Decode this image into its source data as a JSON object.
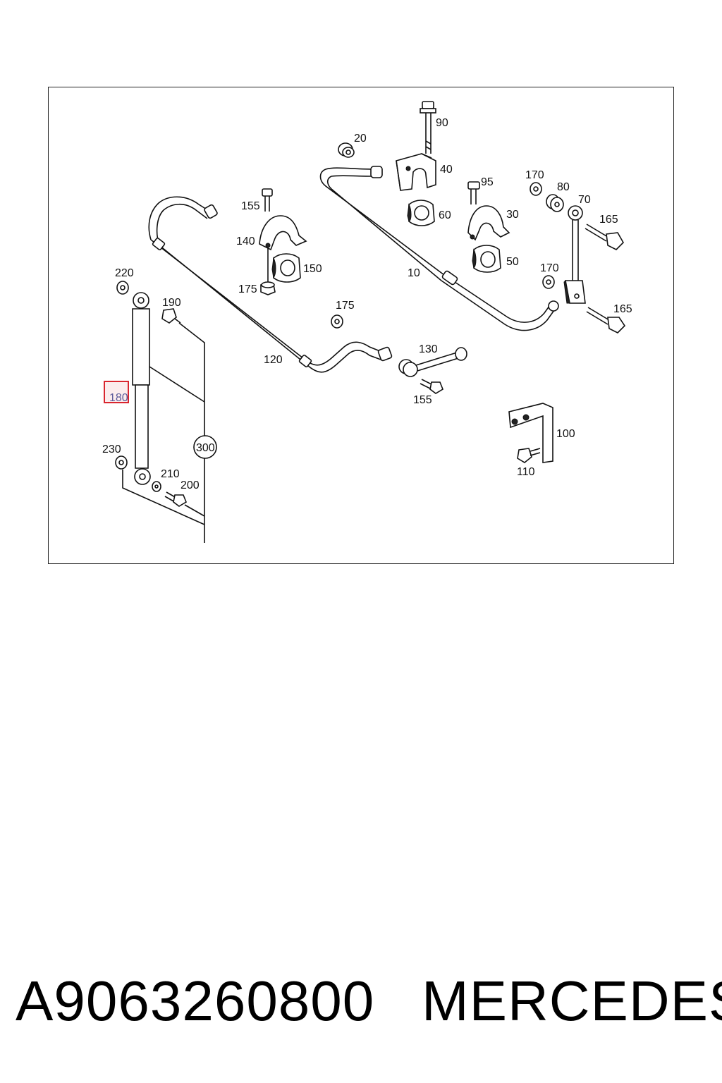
{
  "footer": {
    "part_number": "A9063260800",
    "brand": "MERCEDES"
  },
  "diagram": {
    "highlighted_part": "180",
    "highlight_color": "#d9262f",
    "labels": [
      "90",
      "20",
      "40",
      "95",
      "170",
      "80",
      "70",
      "165",
      "155",
      "60",
      "30",
      "140",
      "150",
      "10",
      "50",
      "220",
      "175",
      "190",
      "170",
      "175",
      "165",
      "120",
      "130",
      "155",
      "180",
      "300",
      "230",
      "210",
      "200",
      "100",
      "110"
    ]
  }
}
